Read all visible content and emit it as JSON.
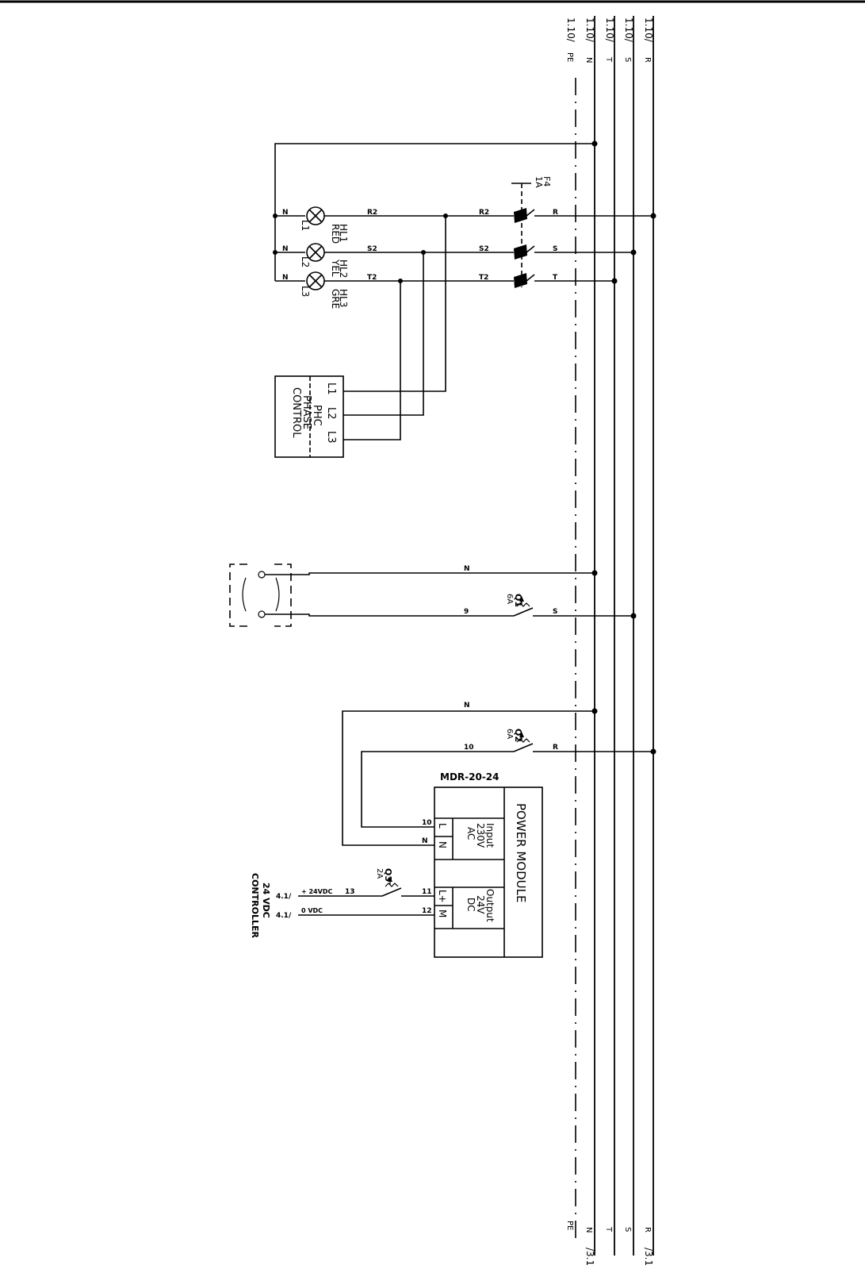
{
  "rails": {
    "refs_top": [
      "1.10/",
      "1.10/",
      "1.10/",
      "1.10/",
      "1.10/"
    ],
    "names": [
      "PE",
      "N",
      "T",
      "S",
      "R"
    ],
    "refs_bottom": [
      "/3.1",
      "/3.1"
    ]
  },
  "fuse": {
    "tag": "F4",
    "rating": "1A"
  },
  "fuse_wires": {
    "out": [
      "R2",
      "S2",
      "T2"
    ],
    "in": [
      "R",
      "S",
      "T"
    ]
  },
  "lamps": [
    {
      "tag": "HL1",
      "color": "RED",
      "phase": "L1",
      "wire": "R2",
      "neutral": "N"
    },
    {
      "tag": "HL2",
      "color": "YEL",
      "phase": "L2",
      "wire": "S2",
      "neutral": "N"
    },
    {
      "tag": "HL3",
      "color": "GRE",
      "phase": "L3",
      "wire": "T2",
      "neutral": "N"
    }
  ],
  "phase_control": {
    "line1": "PHC",
    "line2": "PHASE",
    "line3": "CONTROL",
    "terminals": [
      "L1",
      "L2",
      "L3"
    ]
  },
  "socket_circuit": {
    "neutral": "N",
    "breaker_tag": "Q1",
    "breaker_rating": "6A",
    "wire": "9",
    "phase": "S"
  },
  "psu_circuit": {
    "neutral": "N",
    "breaker_tag": "Q2",
    "breaker_rating": "6A",
    "wire": "10",
    "phase": "R"
  },
  "power_module": {
    "model": "MDR-20-24",
    "title": "POWER MODULE",
    "input_line1": "Input",
    "input_line2": "230V",
    "input_line3": "AC",
    "output_line1": "Output",
    "output_line2": "24V",
    "output_line3": "DC",
    "term_l": "L",
    "term_n": "N",
    "term_lplus": "L+",
    "term_m": "M",
    "wire_l": "10",
    "wire_n": "N",
    "wire_lplus": "11",
    "wire_m": "12"
  },
  "controller": {
    "breaker_tag": "Q3",
    "breaker_rating": "2A",
    "plus_label": "+ 24VDC",
    "plus_wire": "13",
    "zero_label": "0 VDC",
    "ref1": "4.1/",
    "ref2": "4.1/",
    "title_line1": "24 VDC",
    "title_line2": "CONTROLLER"
  }
}
